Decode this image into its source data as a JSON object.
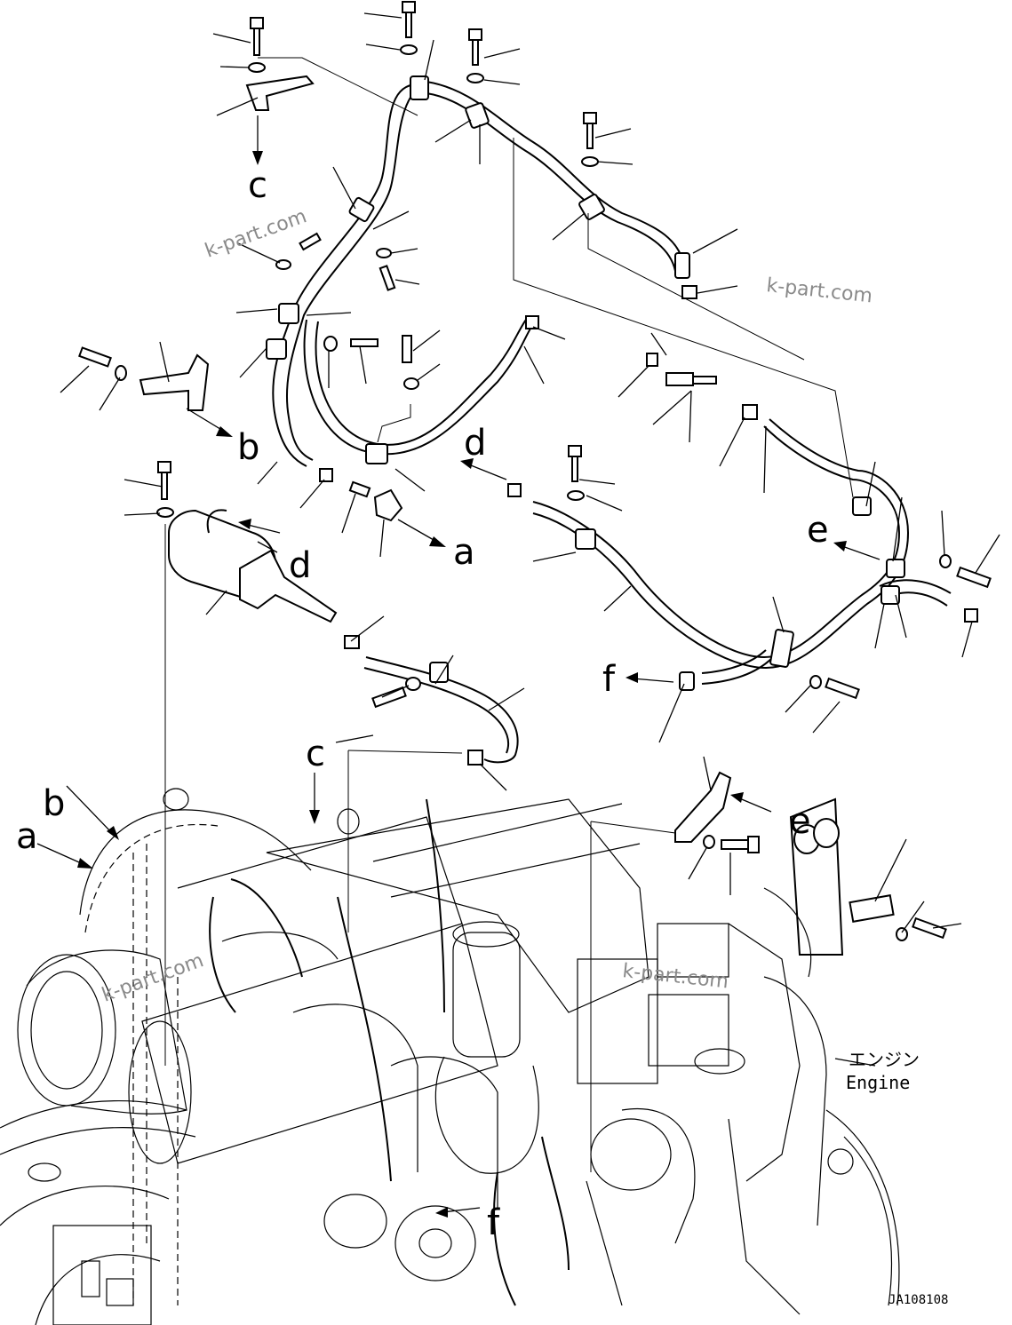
{
  "diagram": {
    "reference_letters": [
      "a",
      "b",
      "c",
      "d",
      "e",
      "f"
    ],
    "watermarks": [
      "k-part.com",
      "k-part.com",
      "k-part.com",
      "k-part.com"
    ],
    "engine_label_jp": "エンジン",
    "engine_label_en": "Engine",
    "drawing_code": "JA108108"
  }
}
